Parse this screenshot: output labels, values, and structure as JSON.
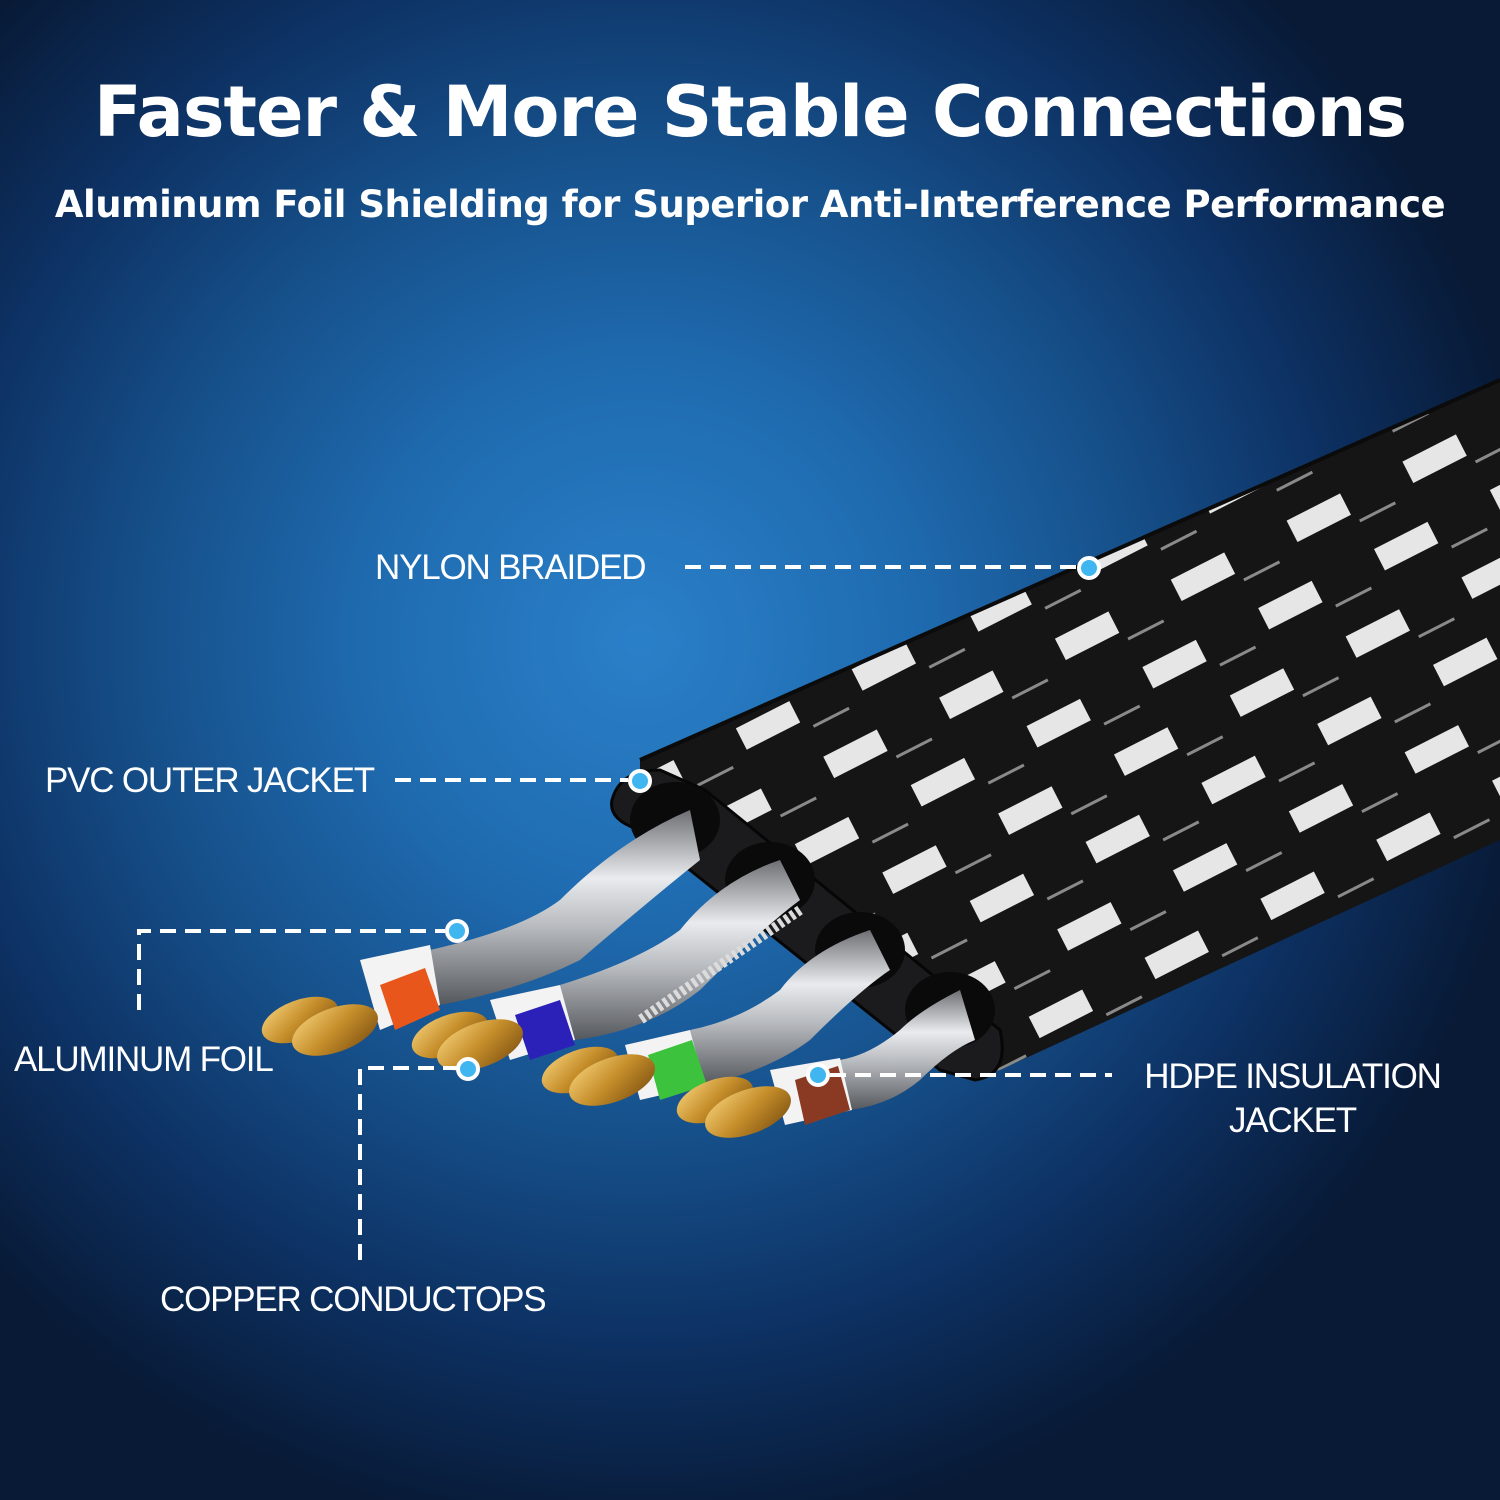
{
  "header": {
    "title": "Faster & More Stable Connections",
    "subtitle": "Aluminum Foil Shielding for Superior Anti-Interference Performance"
  },
  "callouts": {
    "nylon_braided": "NYLON BRAIDED",
    "pvc_outer_jacket": "PVC OUTER JACKET",
    "aluminum_foil": "ALUMINUM FOIL",
    "copper_conductors": "COPPER CONDUCTOPS",
    "hdpe_line1": "HDPE INSULATION",
    "hdpe_line2": "JACKET"
  },
  "wire_pairs": [
    {
      "color": "orange",
      "hex": "#e8561c"
    },
    {
      "color": "blue",
      "hex": "#2b21b8"
    },
    {
      "color": "green",
      "hex": "#3cc23c"
    },
    {
      "color": "brown",
      "hex": "#8a3a22"
    }
  ],
  "colors": {
    "background_center": "#2a80c9",
    "background_edge": "#081a36",
    "callout_dot": "#3fb6ef",
    "text": "#ffffff"
  }
}
